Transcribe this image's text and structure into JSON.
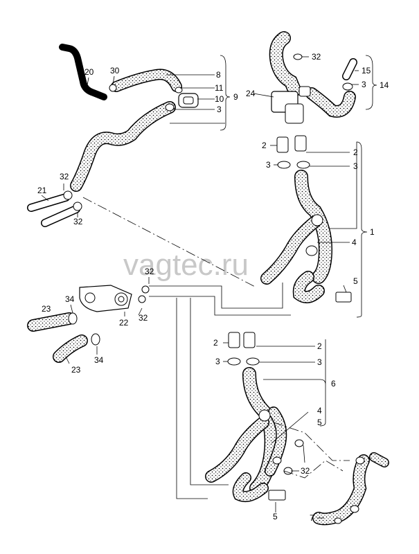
{
  "watermark": "vagtec.ru",
  "colors": {
    "line": "#000000",
    "hose_fill": "#ffffff",
    "watermark": "#c8c8c8"
  },
  "labels": {
    "l20": "20",
    "l30": "30",
    "l8": "8",
    "l11": "11",
    "l10": "10",
    "l3a": "3",
    "l9": "9",
    "l32a": "32",
    "l21": "21",
    "l32b": "32",
    "l32c": "32",
    "l15": "15",
    "l3b": "3",
    "l14": "14",
    "l24": "24",
    "l2a": "2",
    "l3c": "3",
    "l2b": "2",
    "l3d": "3",
    "l1": "1",
    "l4a": "4",
    "l5a": "5",
    "l32d": "32",
    "l34a": "34",
    "l23a": "23",
    "l22": "22",
    "l32e": "32",
    "l34b": "34",
    "l23b": "23",
    "l2c": "2",
    "l3e": "3",
    "l2d": "2",
    "l3f": "3",
    "l6": "6",
    "l4b": "4",
    "l5b": "5",
    "l32f": "32",
    "l5c": "5",
    "l7": "7"
  }
}
